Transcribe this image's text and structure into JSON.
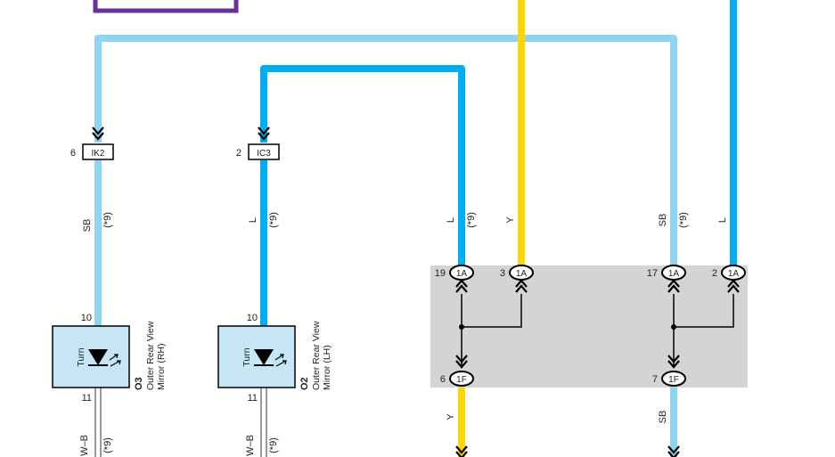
{
  "colors": {
    "sb": "#8fd5f2",
    "l": "#00aeef",
    "y": "#ffd700",
    "purple": "#6b2fa0",
    "junction_bg": "#d4d4d4",
    "component_bg": "#c6e6f5"
  },
  "connectors": {
    "ik2": {
      "pin": "6",
      "name": "IK2"
    },
    "ic3": {
      "pin": "2",
      "name": "IC3"
    },
    "j19": {
      "pin": "19",
      "name": "1A"
    },
    "j3": {
      "pin": "3",
      "name": "1A"
    },
    "j17": {
      "pin": "17",
      "name": "1A"
    },
    "j2": {
      "pin": "2",
      "name": "1A"
    },
    "j6": {
      "pin": "6",
      "name": "1F"
    },
    "j7": {
      "pin": "7",
      "name": "1F"
    }
  },
  "wire_labels": {
    "sb_left": "SB",
    "sb_left_note": "(*9)",
    "l_left": "L",
    "l_left_note": "(*9)",
    "l_mid": "L",
    "l_mid_note": "(*9)",
    "y_mid": "Y",
    "sb_right": "SB",
    "sb_right_note": "(*9)",
    "l_right": "L",
    "y_bottom": "Y",
    "sb_bottom": "SB",
    "wb_left": "W–B",
    "wb_left_note": "(*9)",
    "wb_mid": "W–B",
    "wb_mid_note": "(*9)"
  },
  "components": {
    "o3": {
      "id": "O3",
      "line1": "Outer Rear View",
      "line2": "Mirror (RH)",
      "inner": "Turn",
      "pin_top": "10",
      "pin_bottom": "11"
    },
    "o2": {
      "id": "O2",
      "line1": "Outer Rear View",
      "line2": "Mirror (LH)",
      "inner": "Turn",
      "pin_top": "10",
      "pin_bottom": "11"
    }
  }
}
